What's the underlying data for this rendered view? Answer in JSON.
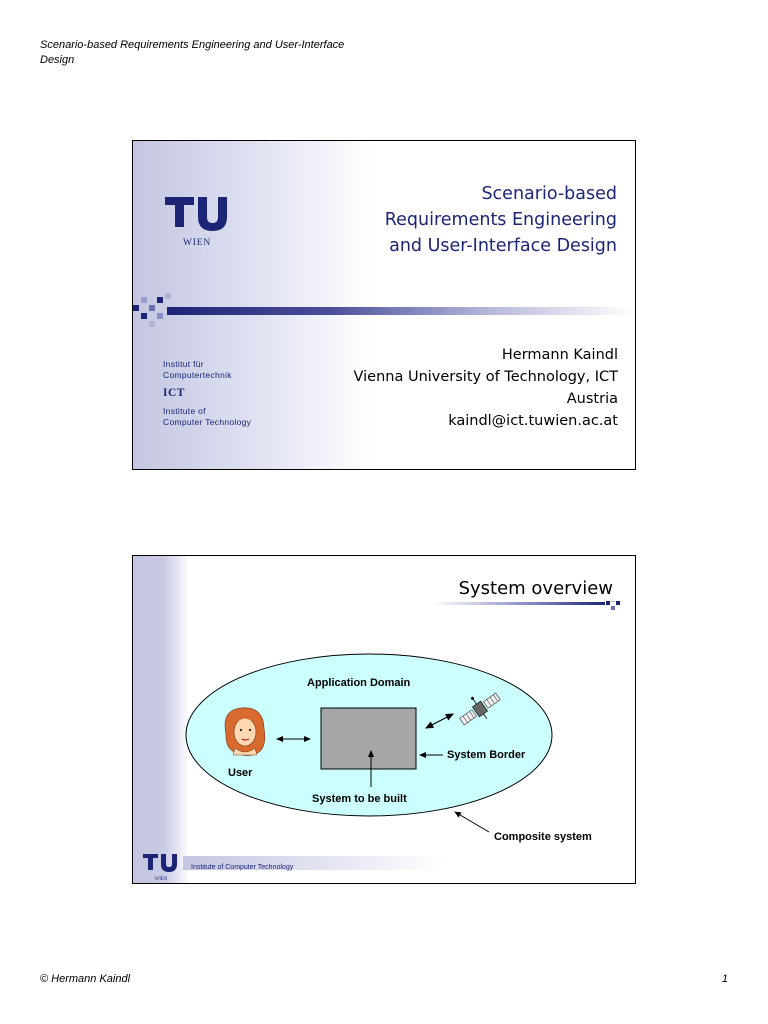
{
  "page": {
    "header": "Scenario-based Requirements Engineering and User-Interface Design",
    "footer_left": "© Hermann Kaindl",
    "footer_right": "1"
  },
  "slide1": {
    "title_lines": [
      "Scenario-based",
      "Requirements Engineering",
      "and User-Interface Design"
    ],
    "author_lines": [
      "Hermann Kaindl",
      "Vienna University of Technology, ICT",
      "Austria",
      "kaindl@ict.tuwien.ac.at"
    ],
    "logo": {
      "mark": "TU",
      "sub": "WIEN"
    },
    "institute": {
      "line1": "Institut für",
      "line2": "Computertechnik",
      "abbr": "ICT",
      "line3": "Institute of",
      "line4": "Computer Technology"
    }
  },
  "slide2": {
    "title": "System overview",
    "labels": {
      "application_domain": "Application Domain",
      "user": "User",
      "system_border": "System Border",
      "system_to_be_built": "System to be built",
      "composite_system": "Composite system"
    },
    "footer_text": "Institute of Computer Technology"
  },
  "colors": {
    "accent_navy": "#1c2476",
    "lavender": "#c4c6e2",
    "ellipse_fill": "#ccffff",
    "system_box": "#a6a6a6"
  },
  "icons": [
    "tu-wien-logo",
    "woman-face-icon",
    "satellite-icon",
    "pixel-squares-decoration"
  ]
}
